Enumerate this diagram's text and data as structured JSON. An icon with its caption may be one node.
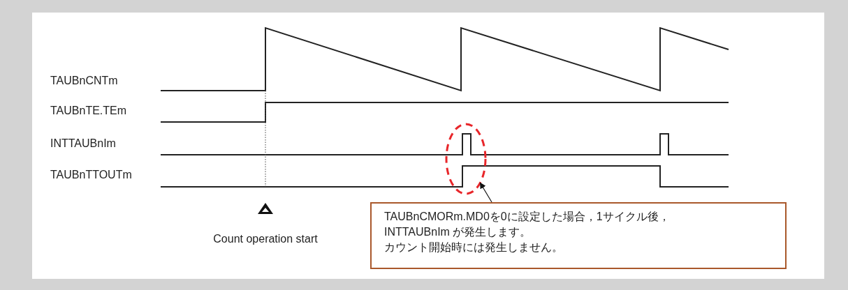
{
  "diagram": {
    "nodes": [
      {
        "text": [],
        "shape": "ellipse"
      },
      {
        "text": [
          "TAUBnCMORm.MD0を0に設定した場合，1サイクル後，INTTAUBnIm が発生します。",
          "カウント開始時には発生しません。"
        ]
      }
    ],
    "edges": [
      {
        "from": 1,
        "to": 0,
        "arrow": "to"
      }
    ],
    "labels": [
      "TAUBnCNTm",
      "TAUBnTE.TEm",
      "INTTAUBnIm",
      "TAUBnTTOUTm",
      "Count operation start"
    ]
  }
}
